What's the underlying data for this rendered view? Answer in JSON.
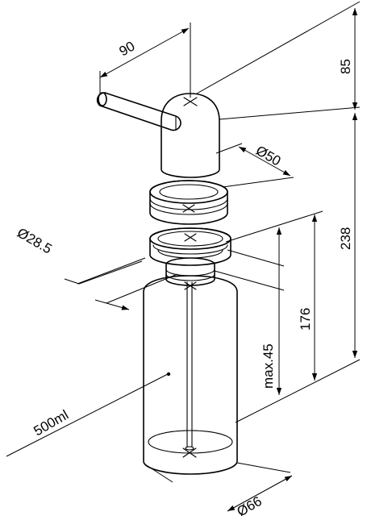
{
  "dimensions": {
    "spout_length": "90",
    "head_height": "85",
    "total_height": "238",
    "collar_diameter": "Ø50",
    "thread_diameter": "Ø28.5",
    "bottle_height": "176",
    "max_countertop": "max.45",
    "capacity": "500ml",
    "bottle_diameter": "Ø66"
  }
}
